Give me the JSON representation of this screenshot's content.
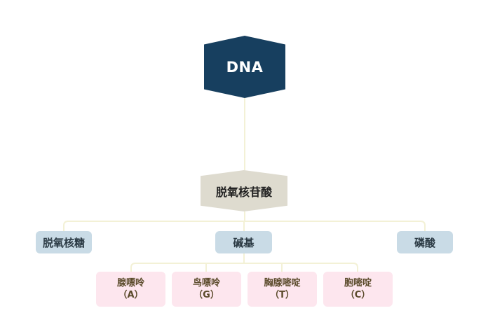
{
  "diagram": {
    "root": {
      "label": "DNA"
    },
    "nucleotide": {
      "label": "脱氧核苷酸"
    },
    "components": [
      {
        "key": "sugar",
        "label": "脱氧核糖"
      },
      {
        "key": "base",
        "label": "碱基"
      },
      {
        "key": "phosphate",
        "label": "磷酸"
      }
    ],
    "bases": [
      {
        "name": "腺嘌呤",
        "code": "（A）"
      },
      {
        "name": "鸟嘌呤",
        "code": "（G）"
      },
      {
        "name": "胸腺嘧啶",
        "code": "（T）"
      },
      {
        "name": "胞嘧啶",
        "code": "（C）"
      }
    ]
  },
  "colors": {
    "root": "#173f5f",
    "nucleotide": "#dedbcf",
    "component": "#c9dbe6",
    "base": "#fde6ee",
    "connector": "#f3f1d6"
  }
}
